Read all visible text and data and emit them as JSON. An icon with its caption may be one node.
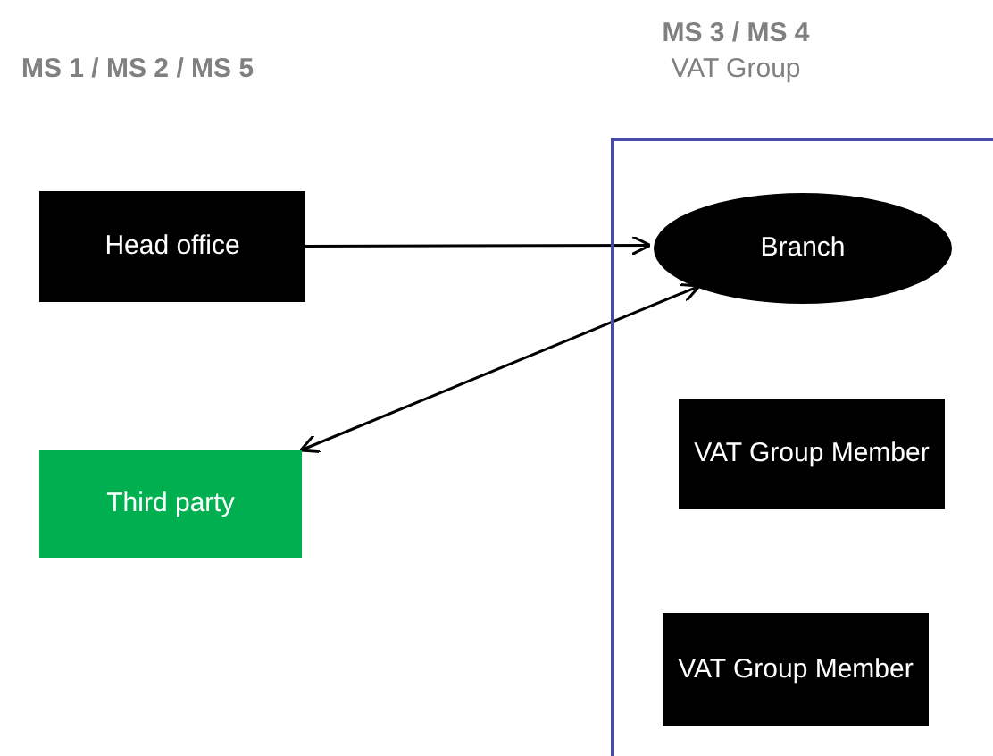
{
  "diagram": {
    "nodes": [
      {
        "text": [
          "MS 3 / MS 4",
          "VAT Group"
        ]
      },
      {
        "text": [
          "Head office"
        ]
      },
      {
        "text": [
          "Branch"
        ],
        "in": 0
      },
      {
        "text": [
          "Third party"
        ]
      },
      {
        "text": [
          "VAT Group Member"
        ],
        "in": 0
      },
      {
        "text": [
          "VAT Group Member"
        ],
        "in": 0
      }
    ],
    "edges": [
      {
        "from": 1,
        "to": 2,
        "arrow": "to"
      },
      {
        "from": 2,
        "to": 3,
        "arrow": "both"
      }
    ],
    "labels": [
      "MS 1 / MS 2 / MS 5"
    ]
  }
}
